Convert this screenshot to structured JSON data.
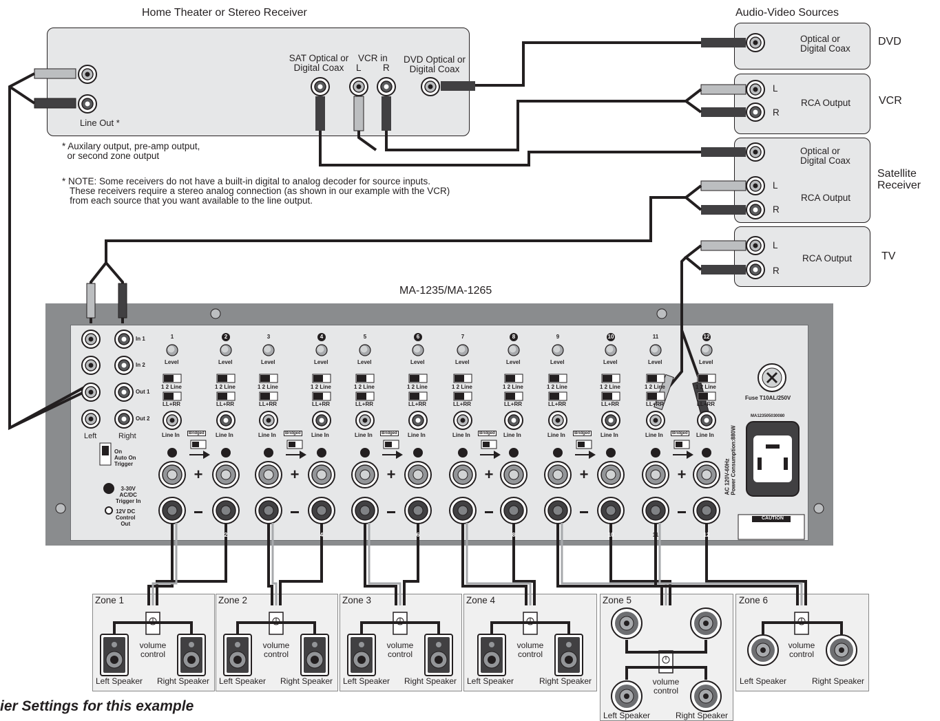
{
  "receiver": {
    "title": "Home Theater or Stereo Receiver",
    "line_out": "Line Out *",
    "sat_input": "SAT Optical or\nDigital Coax",
    "vcr_input": "VCR in",
    "vcr_l": "L",
    "vcr_r": "R",
    "dvd_input": "DVD Optical or\nDigital Coax"
  },
  "notes": {
    "footnote": "* Auxilary output, pre-amp output,\n  or second zone output",
    "note": "* NOTE: Some receivers do not have a built-in digital to analog decoder for source inputs.\n   These receivers require a stereo analog connection (as shown in our example with the VCR)\n   from each source that you want available to the line output."
  },
  "sources": {
    "title": "Audio-Video Sources",
    "items": [
      {
        "name": "DVD",
        "out1": "Optical or\nDigital Coax",
        "out2": ""
      },
      {
        "name": "VCR",
        "out1": "",
        "out2": "RCA Output"
      },
      {
        "name": "Satellite\nReceiver",
        "out1": "Optical or\nDigital Coax",
        "out2": "RCA Output"
      },
      {
        "name": "TV",
        "out1": "",
        "out2": "RCA Output"
      }
    ],
    "l": "L",
    "r": "R"
  },
  "amplifier": {
    "model": "MA-1235/MA-1265",
    "inputs": [
      "In 1",
      "In 2",
      "Out 1",
      "Out 2"
    ],
    "left": "Left",
    "right": "Right",
    "switch_label": "On\nAuto On\nTrigger",
    "trigger_in": "3-30V\nAC/DC\nTrigger In",
    "control_out": "12V DC\nControl\nOut",
    "channel_numbers": [
      "1",
      "2",
      "3",
      "4",
      "5",
      "6",
      "7",
      "8",
      "9",
      "10",
      "11",
      "12"
    ],
    "level": "Level",
    "line_switch": "1 2 Line",
    "mode_switch": "LL+RR",
    "line_in": "Line In",
    "bridged": "Bridged",
    "fuse": "Fuse T10AL/250V",
    "serial": "MA123505030080",
    "power": "AC 120V-60Hz\nPower Consumption:880W",
    "caution": "CAUTION"
  },
  "zones": [
    {
      "name": "Zone 1",
      "left": "Left Speaker",
      "right": "Right Speaker",
      "control": "volume\ncontrol"
    },
    {
      "name": "Zone 2",
      "left": "Left Speaker",
      "right": "Right Speaker",
      "control": "volume\ncontrol"
    },
    {
      "name": "Zone 3",
      "left": "Left Speaker",
      "right": "Right Speaker",
      "control": "volume\ncontrol"
    },
    {
      "name": "Zone 4",
      "left": "Left Speaker",
      "right": "Right Speaker",
      "control": "volume\ncontrol"
    },
    {
      "name": "Zone 5",
      "left": "Left Speaker",
      "right": "Right Speaker",
      "control": "volume\ncontrol"
    },
    {
      "name": "Zone 6",
      "left": "Left Speaker",
      "right": "Right Speaker",
      "control": "volume\ncontrol"
    }
  ],
  "footer": {
    "caption": "ier Settings for this example"
  }
}
